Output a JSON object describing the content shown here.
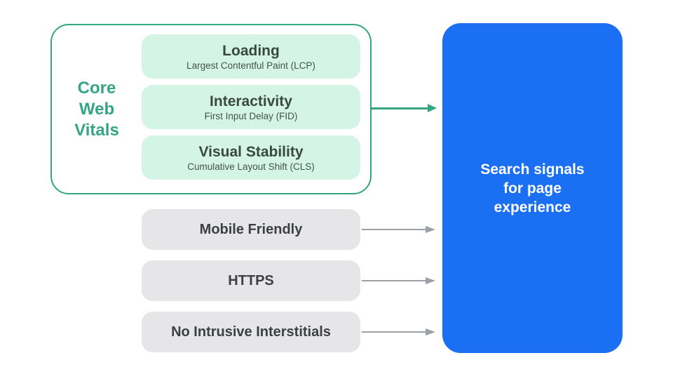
{
  "core_web_vitals_group": {
    "label_lines": [
      "Core",
      "Web",
      "Vitals"
    ],
    "metrics": [
      {
        "title": "Loading",
        "subtitle": "Largest Contentful Paint (LCP)"
      },
      {
        "title": "Interactivity",
        "subtitle": "First Input Delay (FID)"
      },
      {
        "title": "Visual Stability",
        "subtitle": "Cumulative Layout Shift (CLS)"
      }
    ]
  },
  "other_signals": [
    {
      "label": "Mobile Friendly"
    },
    {
      "label": "HTTPS"
    },
    {
      "label": "No Intrusive Interstitials"
    }
  ],
  "result_box": {
    "label_lines": [
      "Search signals",
      "for page",
      "experience"
    ]
  },
  "colors": {
    "green": "#34A583",
    "green_light": "#D4F4E5",
    "blue": "#1B6FF2",
    "gray_light": "#E6E6E8",
    "gray_arrow": "#9AA0A6",
    "text_dark": "#3C4043",
    "metric_title": "#3A4843",
    "metric_subtitle": "#44544C",
    "white": "#FFFFFF"
  }
}
